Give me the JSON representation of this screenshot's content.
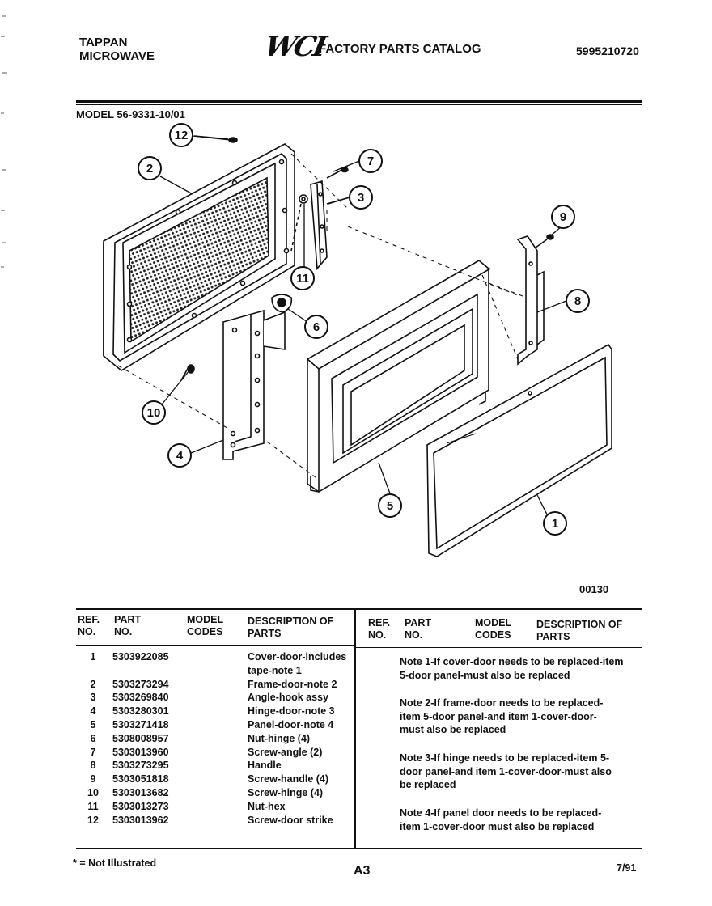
{
  "header": {
    "brand_line1": "TAPPAN",
    "brand_line2": "MICROWAVE",
    "logo_text": "WCI",
    "catalog_title": "FACTORY PARTS CATALOG",
    "doc_number": "5995210720"
  },
  "model_label": "MODEL 56-9331-10/01",
  "diagram": {
    "drawing_code": "00130",
    "callouts": [
      "12",
      "2",
      "7",
      "3",
      "9",
      "11",
      "6",
      "8",
      "10",
      "4",
      "5",
      "1"
    ]
  },
  "table": {
    "headers": {
      "ref_no": "REF. NO.",
      "part_no": "PART NO.",
      "model_codes": "MODEL CODES",
      "description": "DESCRIPTION OF PARTS"
    },
    "rows": [
      {
        "ref": "1",
        "part": "5303922085",
        "desc": "Cover-door-includes"
      },
      {
        "ref": "",
        "part": "",
        "desc": "tape-note 1"
      },
      {
        "ref": "2",
        "part": "5303273294",
        "desc": "Frame-door-note 2"
      },
      {
        "ref": "3",
        "part": "5303269840",
        "desc": "Angle-hook assy"
      },
      {
        "ref": "4",
        "part": "5303280301",
        "desc": "Hinge-door-note 3"
      },
      {
        "ref": "5",
        "part": "5303271418",
        "desc": "Panel-door-note 4"
      },
      {
        "ref": "6",
        "part": "5308008957",
        "desc": "Nut-hinge (4)"
      },
      {
        "ref": "7",
        "part": "5303013960",
        "desc": "Screw-angle (2)"
      },
      {
        "ref": "8",
        "part": "5303273295",
        "desc": "Handle"
      },
      {
        "ref": "9",
        "part": "5303051818",
        "desc": "Screw-handle (4)"
      },
      {
        "ref": "10",
        "part": "5303013682",
        "desc": "Screw-hinge (4)"
      },
      {
        "ref": "11",
        "part": "5303013273",
        "desc": "Nut-hex"
      },
      {
        "ref": "12",
        "part": "5303013962",
        "desc": "Screw-door strike"
      }
    ],
    "notes": [
      "Note 1-If cover-door needs to be replaced-item 5-door panel-must also be replaced",
      "Note 2-If frame-door needs to be replaced-item 5-door panel-and item 1-cover-door-must also be replaced",
      "Note 3-If hinge needs to be replaced-item 5-door panel-and item 1-cover-door-must also be replaced",
      "Note 4-If panel door needs to be replaced-item 1-cover-door must also be replaced"
    ]
  },
  "footer": {
    "not_illustrated": "* = Not Illustrated",
    "page": "A3",
    "date": "7/91"
  }
}
